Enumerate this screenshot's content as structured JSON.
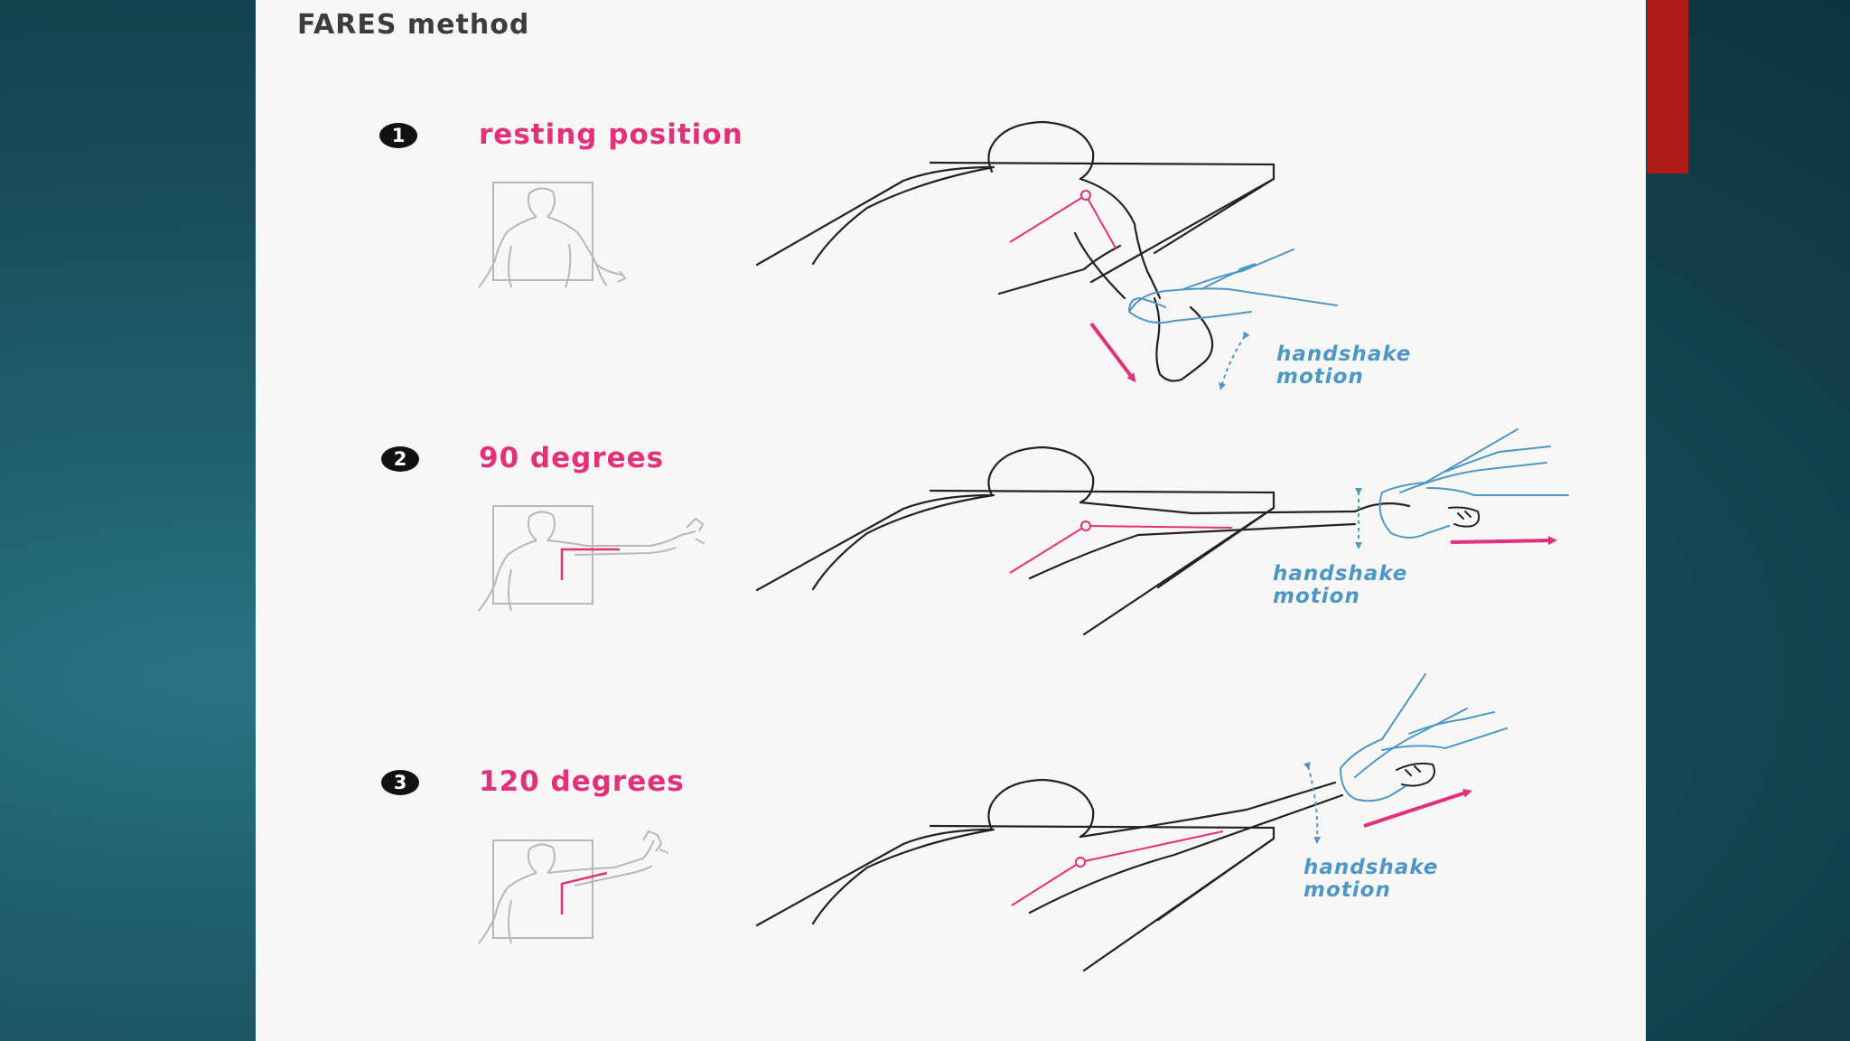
{
  "title": "FARES method",
  "steps": [
    {
      "number": "1",
      "title": "resting position",
      "motion_label": [
        "handshake",
        "motion"
      ]
    },
    {
      "number": "2",
      "title": "90 degrees",
      "motion_label": [
        "handshake",
        "motion"
      ]
    },
    {
      "number": "3",
      "title": "120 degrees",
      "motion_label": [
        "handshake",
        "motion"
      ]
    }
  ],
  "colors": {
    "background": "#1d5866",
    "panel": "#f9f6f6",
    "accent_bar": "#b11b15",
    "title": "#3c3c3c",
    "step_title": "#e2307a",
    "motion_label": "#4b98c7",
    "badge": "#111111",
    "outline": "#222222",
    "sketch": "#b8b8b8"
  }
}
